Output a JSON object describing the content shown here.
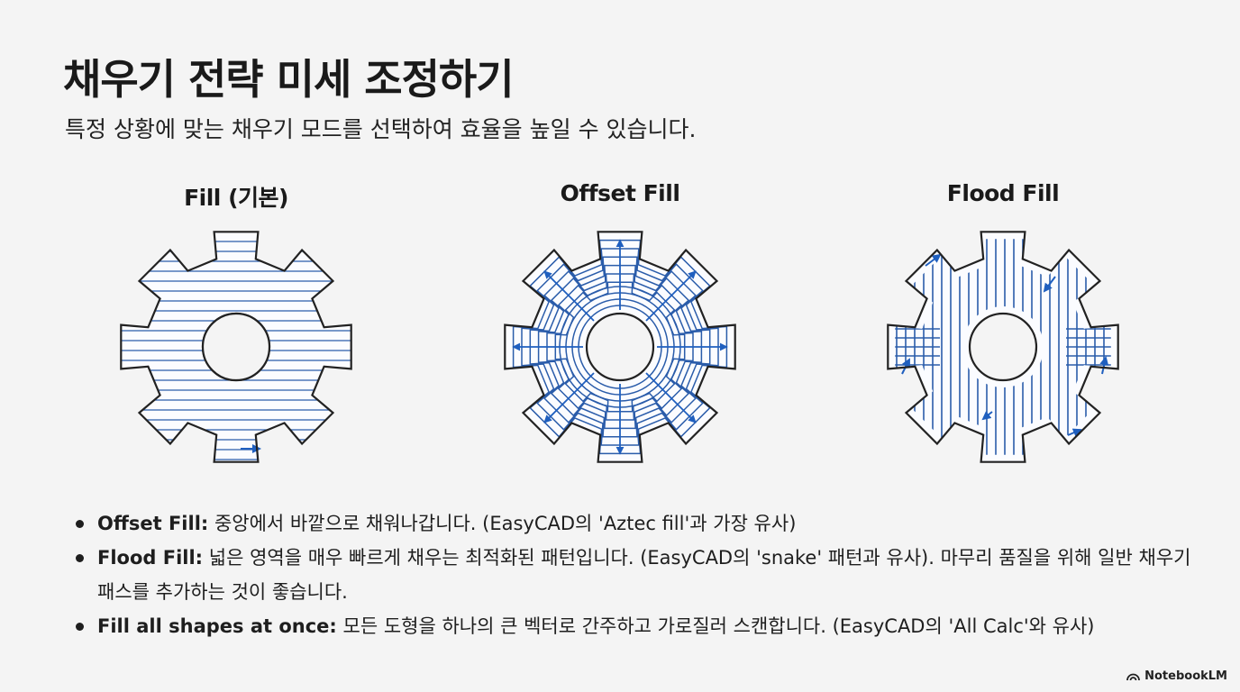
{
  "title": "채우기 전략 미세 조정하기",
  "subtitle": "특정 상황에 맞는 채우기 모드를 선택하여 효율을 높일 수 있습니다.",
  "panels": [
    {
      "label": "Fill (기본)",
      "icon": "gear-hatch-fill-icon"
    },
    {
      "label": "Offset Fill",
      "icon": "gear-offset-fill-icon"
    },
    {
      "label": "Flood Fill",
      "icon": "gear-flood-fill-icon"
    }
  ],
  "bullets": [
    {
      "term": "Offset Fill:",
      "text": " 중앙에서 바깥으로 채워나갑니다. (EasyCAD의 'Aztec fill'과 가장 유사)"
    },
    {
      "term": "Flood Fill:",
      "text": " 넓은 영역을 매우 빠르게 채우는 최적화된 패턴입니다. (EasyCAD의 'snake' 패턴과 유사). 마무리 품질을 위해 일반 채우기 패스를 추가하는 것이 좋습니다."
    },
    {
      "term": "Fill all shapes at once:",
      "text": " 모든 도형을 하나의 큰 벡터로 간주하고 가로질러 스캔합니다. (EasyCAD의 'All Calc'와 유사)"
    }
  ],
  "brand": "NotebookLM",
  "colors": {
    "accent": "#1f5fbf",
    "hatch": "#2a5caa",
    "background": "#f4f4f4",
    "outline": "#222222"
  }
}
